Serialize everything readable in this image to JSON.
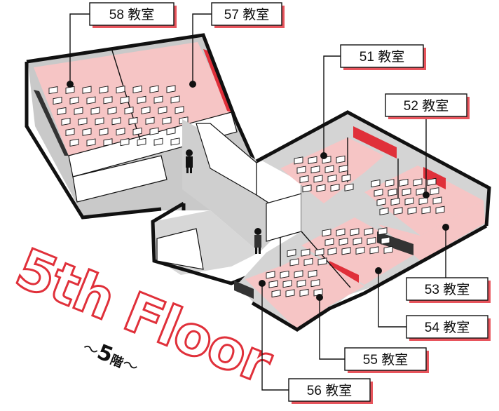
{
  "floor_title": "5th Floor",
  "floor_subtitle_prefix": "〜",
  "floor_subtitle_number": "5",
  "floor_subtitle_kanji": "階",
  "floor_subtitle_suffix": "〜",
  "colors": {
    "room_fill": "#f6c5c5",
    "accent_red": "#e0303a",
    "wall": "#111111",
    "corridor": "#c9c9c9",
    "label_shadow": "#e8555d"
  },
  "rooms": [
    {
      "id": "58",
      "label": "58 教室"
    },
    {
      "id": "57",
      "label": "57 教室"
    },
    {
      "id": "51",
      "label": "51 教室"
    },
    {
      "id": "52",
      "label": "52 教室"
    },
    {
      "id": "53",
      "label": "53 教室"
    },
    {
      "id": "54",
      "label": "54 教室"
    },
    {
      "id": "55",
      "label": "55 教室"
    },
    {
      "id": "56",
      "label": "56 教室"
    }
  ]
}
